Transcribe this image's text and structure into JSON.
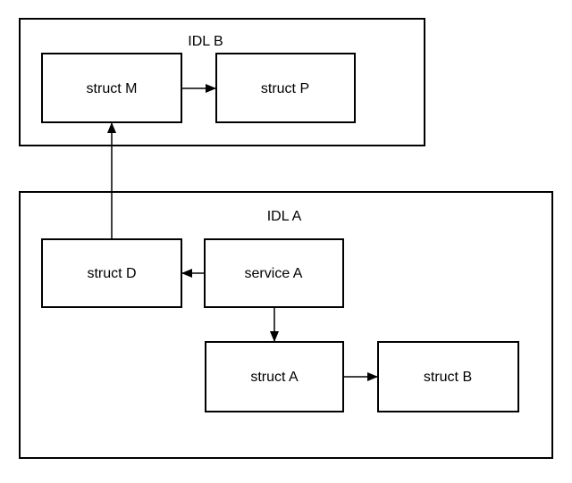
{
  "colors": {
    "stroke": "#000000",
    "text": "#000000",
    "background": "#ffffff"
  },
  "containers": {
    "idl_b": {
      "label": "IDL B"
    },
    "idl_a": {
      "label": "IDL A"
    }
  },
  "nodes": {
    "struct_m": {
      "label": "struct M"
    },
    "struct_p": {
      "label": "struct P"
    },
    "struct_d": {
      "label": "struct D"
    },
    "service_a": {
      "label": "service A"
    },
    "struct_a": {
      "label": "struct A"
    },
    "struct_b": {
      "label": "struct B"
    }
  },
  "edges": [
    {
      "from": "struct M",
      "to": "struct P",
      "direction": "right"
    },
    {
      "from": "service A",
      "to": "struct D",
      "direction": "left"
    },
    {
      "from": "service A",
      "to": "struct A",
      "direction": "down"
    },
    {
      "from": "struct A",
      "to": "struct B",
      "direction": "right"
    },
    {
      "from": "struct D",
      "to": "struct M",
      "direction": "up"
    }
  ]
}
